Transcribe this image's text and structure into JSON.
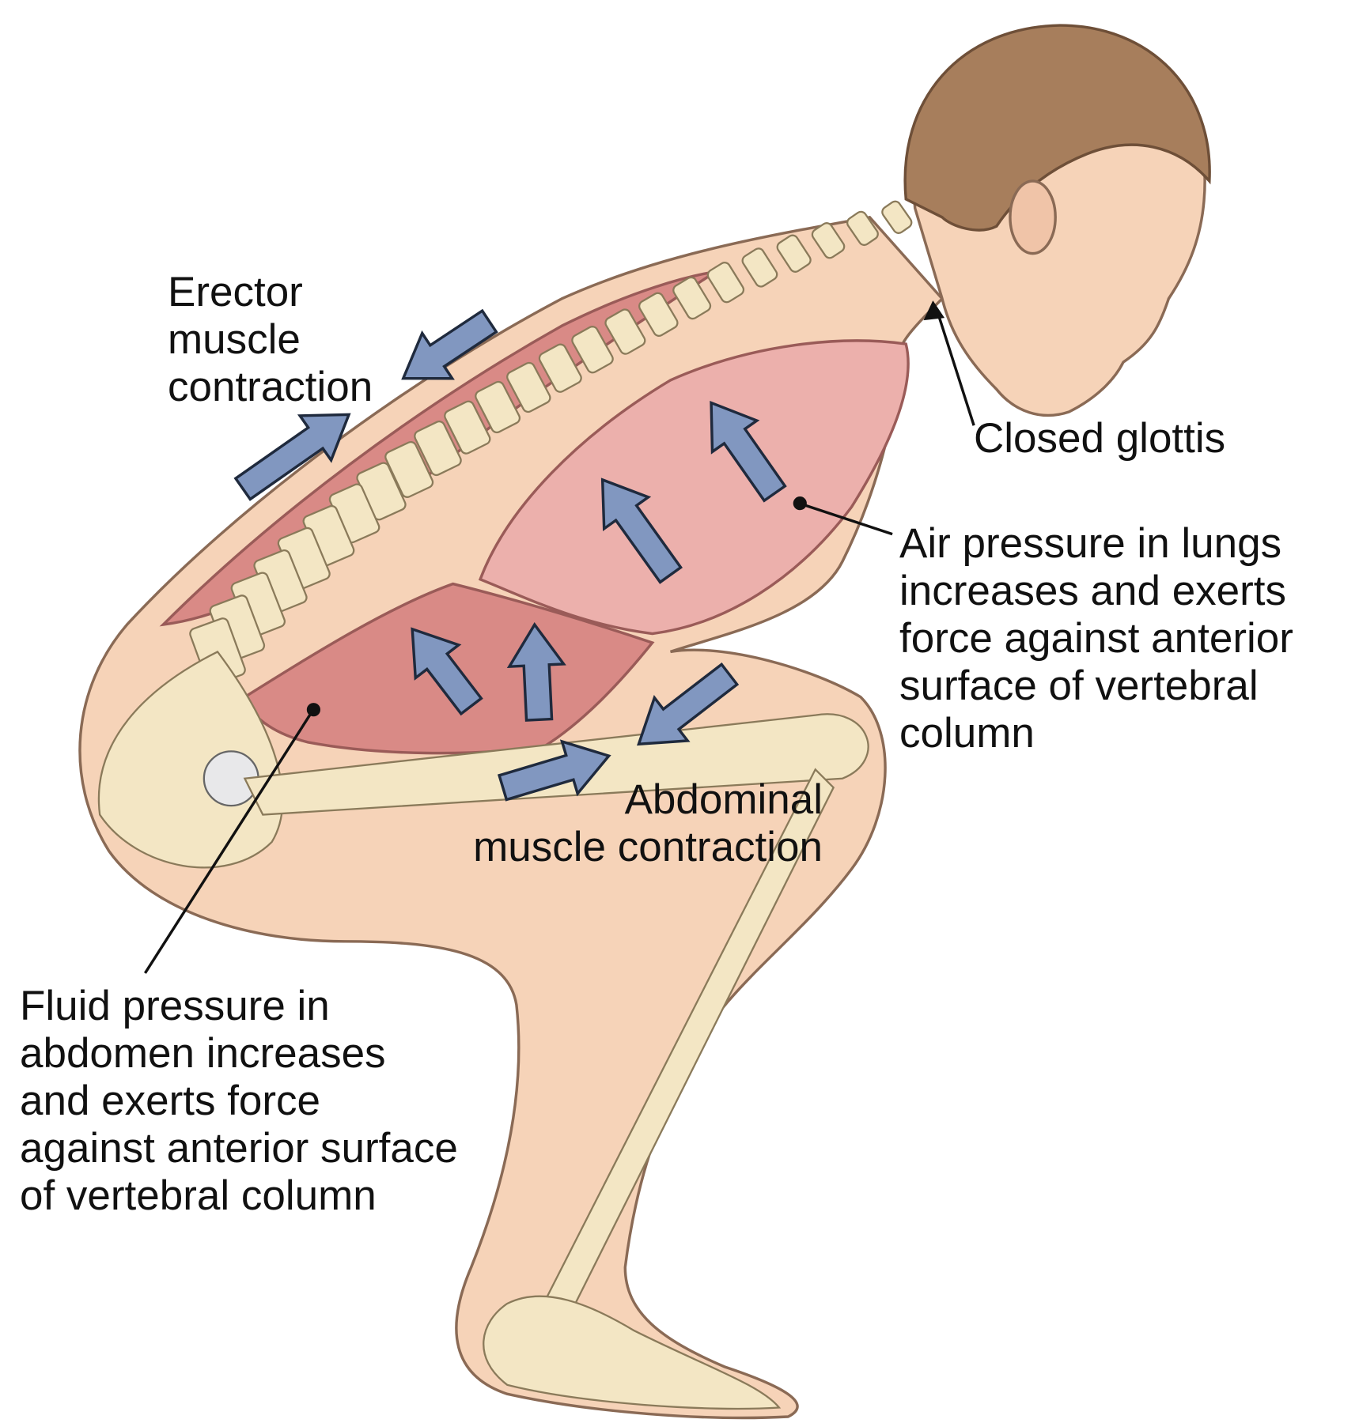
{
  "labels": {
    "erector": [
      "Erector",
      "muscle",
      "contraction"
    ],
    "glottis": "Closed glottis",
    "air": [
      "Air pressure in lungs",
      "increases and exerts",
      "force against anterior",
      "surface of vertebral",
      "column"
    ],
    "abdominal": [
      "Abdominal",
      "muscle contraction"
    ],
    "fluid": [
      "Fluid pressure in",
      "abdomen increases",
      "and exerts force",
      "against anterior surface",
      "of vertebral column"
    ]
  },
  "colors": {
    "skin": "#f6d3b8",
    "skin_outline": "#8a6a55",
    "bone": "#f3e6c4",
    "lung": "#ecb0ac",
    "muscle": "#d98a86",
    "hair": "#a77e5c",
    "arrow_fill": "#8197c0",
    "arrow_stroke": "#1f2a3d"
  }
}
